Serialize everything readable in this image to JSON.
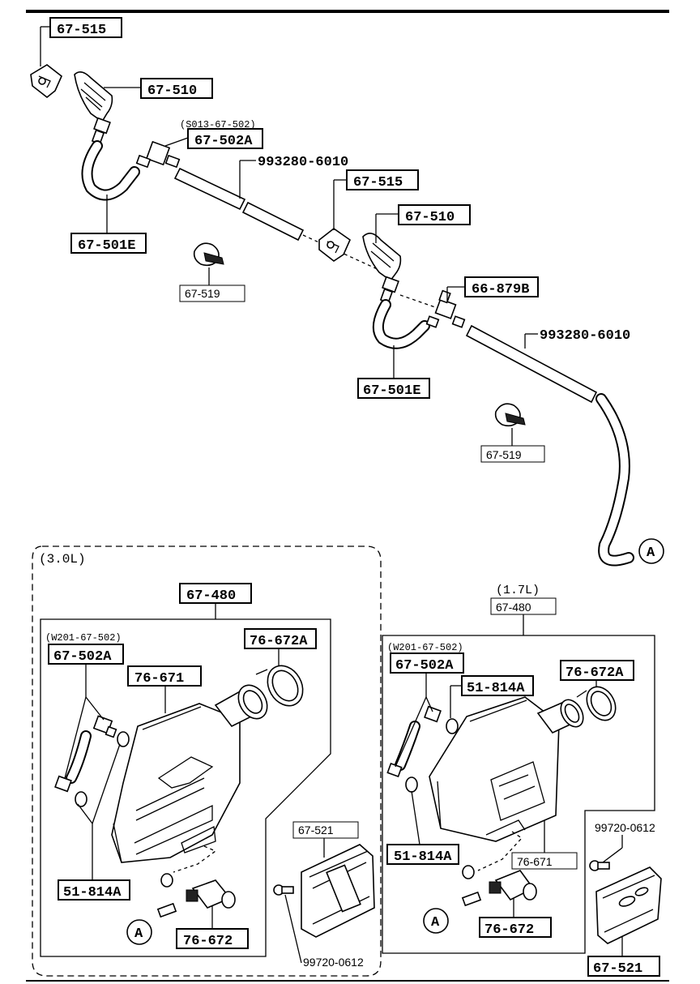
{
  "labels": {
    "l1": "67-515",
    "l2": "67-510",
    "l3_note": "(S013-67-502)",
    "l3": "67-502A",
    "l4": "993280-6010",
    "l5": "67-515",
    "l6": "67-510",
    "l7": "67-501E",
    "l8": "67-519",
    "l9": "66-879B",
    "l10": "993280-6010",
    "l11": "67-501E",
    "l12": "67-519",
    "callout_a1": "A",
    "variant_left": "(3.0L)",
    "left_480": "67-480",
    "left_note": "(W201-67-502)",
    "left_502a": "67-502A",
    "left_672a": "76-672A",
    "left_671": "76-671",
    "left_521": "67-521",
    "left_814a": "51-814A",
    "left_672": "76-672",
    "left_99720": "99720-0612",
    "callout_a2": "A",
    "variant_right": "(1.7L)",
    "right_480": "67-480",
    "right_note": "(W201-67-502)",
    "right_502a": "67-502A",
    "right_814a_top": "51-814A",
    "right_672a": "76-672A",
    "right_814a": "51-814A",
    "right_671": "76-671",
    "right_99720": "99720-0612",
    "right_672": "76-672",
    "right_521": "67-521",
    "callout_a3": "A"
  }
}
